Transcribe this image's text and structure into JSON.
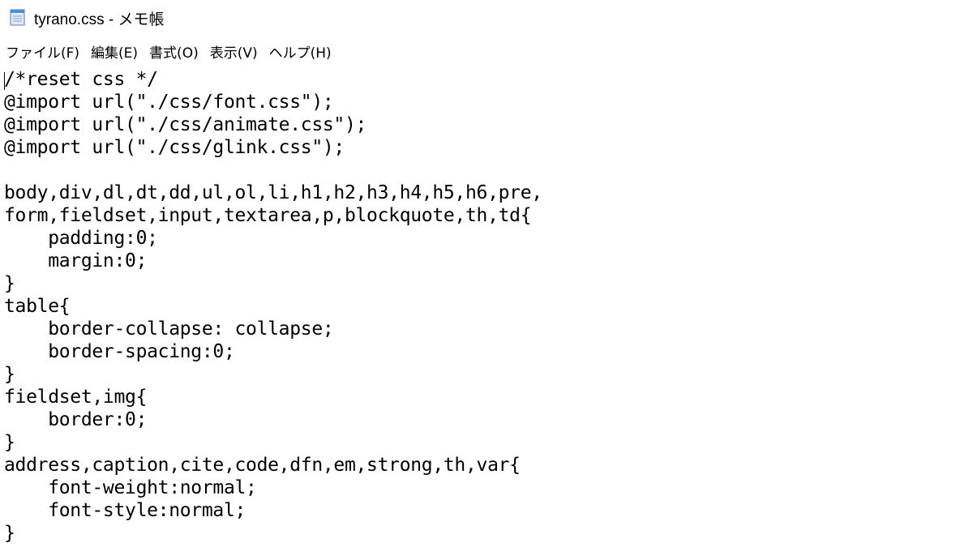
{
  "window": {
    "title": "tyrano.css - メモ帳",
    "icon": "notepad-icon"
  },
  "menu": {
    "items": [
      {
        "label": "ファイル(F)"
      },
      {
        "label": "編集(E)"
      },
      {
        "label": "書式(O)"
      },
      {
        "label": "表示(V)"
      },
      {
        "label": "ヘルプ(H)"
      }
    ]
  },
  "editor": {
    "content": "/*reset css */\n@import url(\"./css/font.css\");\n@import url(\"./css/animate.css\");\n@import url(\"./css/glink.css\");\n\nbody,div,dl,dt,dd,ul,ol,li,h1,h2,h3,h4,h5,h6,pre,\nform,fieldset,input,textarea,p,blockquote,th,td{\n    padding:0;\n    margin:0;\n}\ntable{\n    border-collapse: collapse;\n    border-spacing:0;\n}\nfieldset,img{\n    border:0;\n}\naddress,caption,cite,code,dfn,em,strong,th,var{\n    font-weight:normal;\n    font-style:normal;\n}\n       ."
  }
}
